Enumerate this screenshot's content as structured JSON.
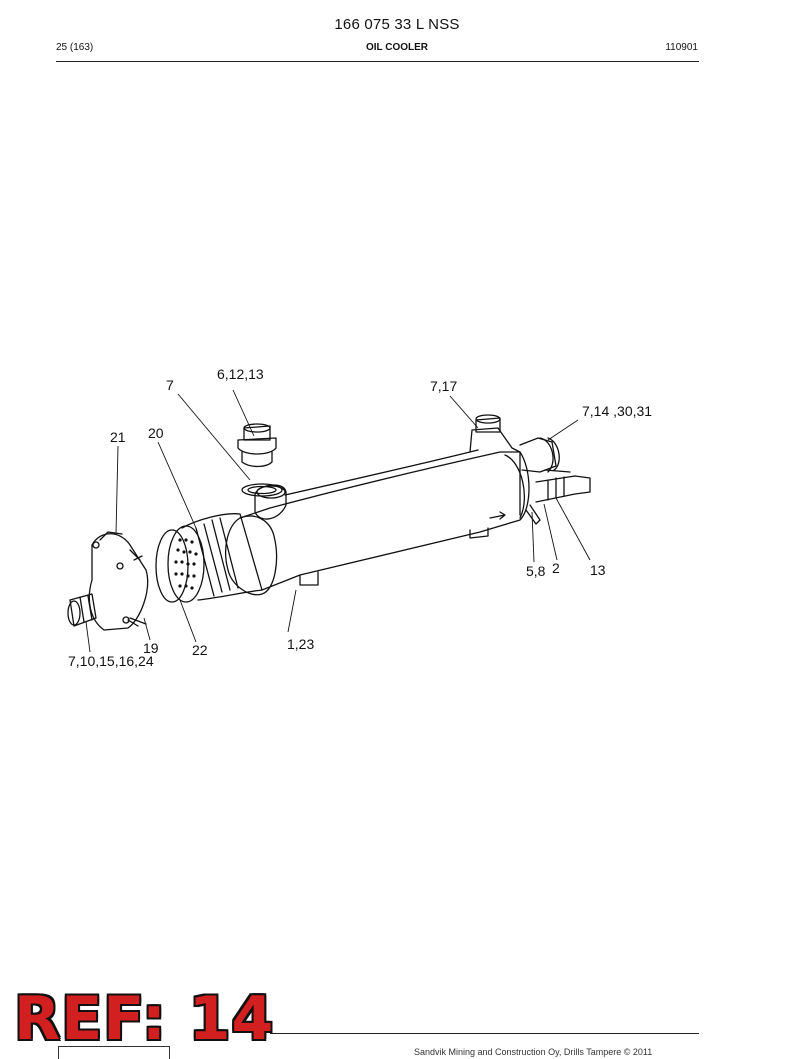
{
  "header": {
    "doc_number": "166 075 33 L NSS",
    "page": "25 (163)",
    "section_title": "OIL COOLER",
    "doc_code": "110901"
  },
  "diagram": {
    "callouts": [
      {
        "label": "6,12,13"
      },
      {
        "label": "7"
      },
      {
        "label": "7,17"
      },
      {
        "label": "7,14 ,30,31"
      },
      {
        "label": "21"
      },
      {
        "label": "20"
      },
      {
        "label": "5,8"
      },
      {
        "label": "2"
      },
      {
        "label": "13"
      },
      {
        "label": "1,23"
      },
      {
        "label": "19"
      },
      {
        "label": "22"
      },
      {
        "label": "7,10,15,16,24"
      }
    ]
  },
  "footer": {
    "ref_stamp": "REF: 14",
    "copyright": "Sandvik Mining and Construction Oy, Drills Tampere © 2011"
  }
}
